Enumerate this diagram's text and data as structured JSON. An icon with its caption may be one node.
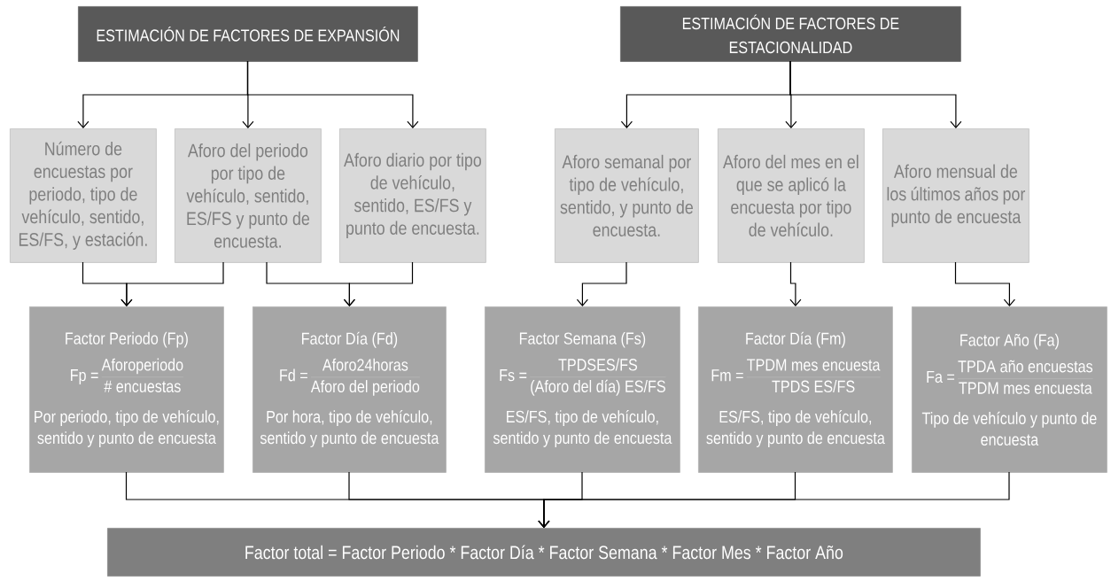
{
  "diagram": {
    "nodes": [
      {
        "text": [
          "ESTIMACIÓN DE FACTORES DE EXPANSIÓN"
        ]
      },
      {
        "text": [
          "ESTIMACIÓN DE FACTORES DE ESTACIONALIDAD"
        ]
      },
      {
        "text": [
          "Número de encuestas por periodo, tipo de vehículo, sentido, ES/FS, y estación."
        ]
      },
      {
        "text": [
          "Aforo del periodo por tipo de vehículo, sentido, ES/FS y punto de encuesta."
        ]
      },
      {
        "text": [
          "Aforo diario por tipo de vehículo, sentido, ES/FS y punto de encuesta."
        ]
      },
      {
        "text": [
          "Aforo semanal por tipo de vehículo, sentido, y punto de encuesta."
        ]
      },
      {
        "text": [
          "Aforo del mes en el que se aplicó la encuesta por tipo de vehículo."
        ]
      },
      {
        "text": [
          "Aforo mensual de los últimos años por punto de encuesta"
        ]
      },
      {
        "text": [
          "Factor Periodo (Fp)",
          "Fp =",
          "Aforoperiodo",
          "# encuestas",
          "Por periodo, tipo de vehículo, sentido y punto de encuesta"
        ]
      },
      {
        "text": [
          "Factor Día (Fd)",
          "Fd =",
          "Aforo24horas",
          "Aforo del periodo",
          "Por hora, tipo de vehículo, sentido y punto de encuesta"
        ]
      },
      {
        "text": [
          "Factor Semana (Fs)",
          "Fs =",
          "TPDSES/FS",
          "(Aforo del día) ES/FS",
          "ES/FS, tipo de vehículo, sentido y punto de encuesta"
        ]
      },
      {
        "text": [
          "Factor Día (Fm)",
          "Fm =",
          "TPDM mes encuesta",
          "TPDS ES/FS",
          "ES/FS, tipo de vehículo, sentido y punto de encuesta"
        ]
      },
      {
        "text": [
          "Factor Año (Fa)",
          "Fa =",
          "TPDA año encuestas",
          "TPDM mes encuesta",
          "Tipo de vehículo y punto de encuesta"
        ]
      },
      {
        "text": [
          "Factor total = Factor Periodo * Factor Día * Factor Semana * Factor Mes * Factor Año"
        ]
      }
    ],
    "edges": [
      {
        "from": 0,
        "to": 2,
        "arrow": "to"
      },
      {
        "from": 0,
        "to": 3,
        "arrow": "to"
      },
      {
        "from": 0,
        "to": 4,
        "arrow": "to"
      },
      {
        "from": 1,
        "to": 5,
        "arrow": "to"
      },
      {
        "from": 1,
        "to": 6,
        "arrow": "to"
      },
      {
        "from": 1,
        "to": 7,
        "arrow": "to"
      },
      {
        "from": 2,
        "to": 8,
        "arrow": "to"
      },
      {
        "from": 3,
        "to": 8,
        "arrow": "to"
      },
      {
        "from": 3,
        "to": 9,
        "arrow": "to"
      },
      {
        "from": 4,
        "to": 9,
        "arrow": "to"
      },
      {
        "from": 5,
        "to": 10,
        "arrow": "to"
      },
      {
        "from": 6,
        "to": 11,
        "arrow": "to"
      },
      {
        "from": 7,
        "to": 12,
        "arrow": "to"
      },
      {
        "from": 8,
        "to": 13,
        "arrow": "to"
      },
      {
        "from": 9,
        "to": 13,
        "arrow": "to"
      },
      {
        "from": 10,
        "to": 13,
        "arrow": "to"
      },
      {
        "from": 11,
        "to": 13,
        "arrow": "to"
      },
      {
        "from": 12,
        "to": 13,
        "arrow": "to"
      }
    ]
  }
}
